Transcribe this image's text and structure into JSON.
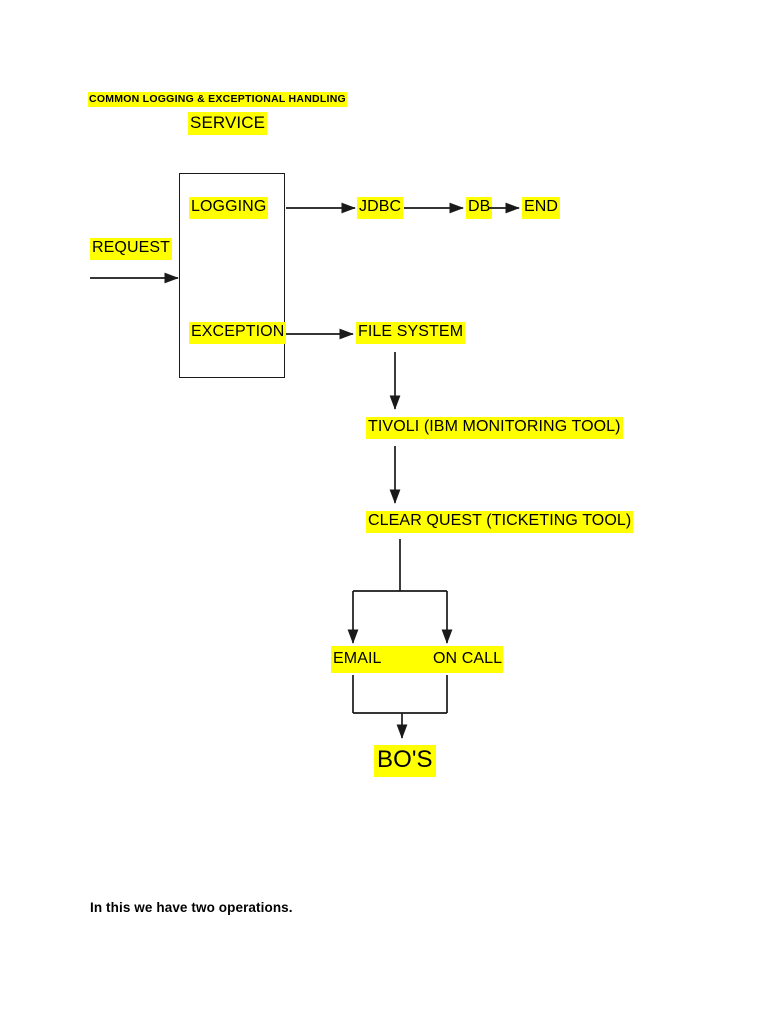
{
  "document": {
    "title_line1": "COMMON LOGGING & EXCEPTIONAL HANDLING",
    "title_line2": "SERVICE",
    "footer_note": "In this we have two operations.",
    "highlight_color": "#ffff00",
    "text_color": "#000000",
    "line_color": "#1a1a1a",
    "background_color": "#ffffff"
  },
  "diagram": {
    "type": "flowchart",
    "nodes": {
      "request": "REQUEST",
      "logging": "LOGGING",
      "exception": "EXCEPTION",
      "jdbc": "JDBC",
      "db": "DB",
      "end": "END",
      "file_system": "FILE SYSTEM",
      "tivoli": "TIVOLI (IBM MONITORING TOOL)",
      "clear_quest": "CLEAR QUEST (TICKETING TOOL)",
      "email": "EMAIL",
      "on_call": "ON CALL",
      "bos": "BO'S"
    },
    "container_box_label": "SERVICE",
    "edges": [
      {
        "from": "REQUEST",
        "to": "SERVICE"
      },
      {
        "from": "LOGGING",
        "to": "JDBC"
      },
      {
        "from": "JDBC",
        "to": "DB"
      },
      {
        "from": "DB",
        "to": "END"
      },
      {
        "from": "EXCEPTION",
        "to": "FILE SYSTEM"
      },
      {
        "from": "FILE SYSTEM",
        "to": "TIVOLI (IBM MONITORING TOOL)"
      },
      {
        "from": "TIVOLI (IBM MONITORING TOOL)",
        "to": "CLEAR QUEST (TICKETING TOOL)"
      },
      {
        "from": "CLEAR QUEST (TICKETING TOOL)",
        "to": "EMAIL"
      },
      {
        "from": "CLEAR QUEST (TICKETING TOOL)",
        "to": "ON CALL"
      },
      {
        "from": "EMAIL",
        "to": "BO'S"
      },
      {
        "from": "ON CALL",
        "to": "BO'S"
      }
    ]
  }
}
